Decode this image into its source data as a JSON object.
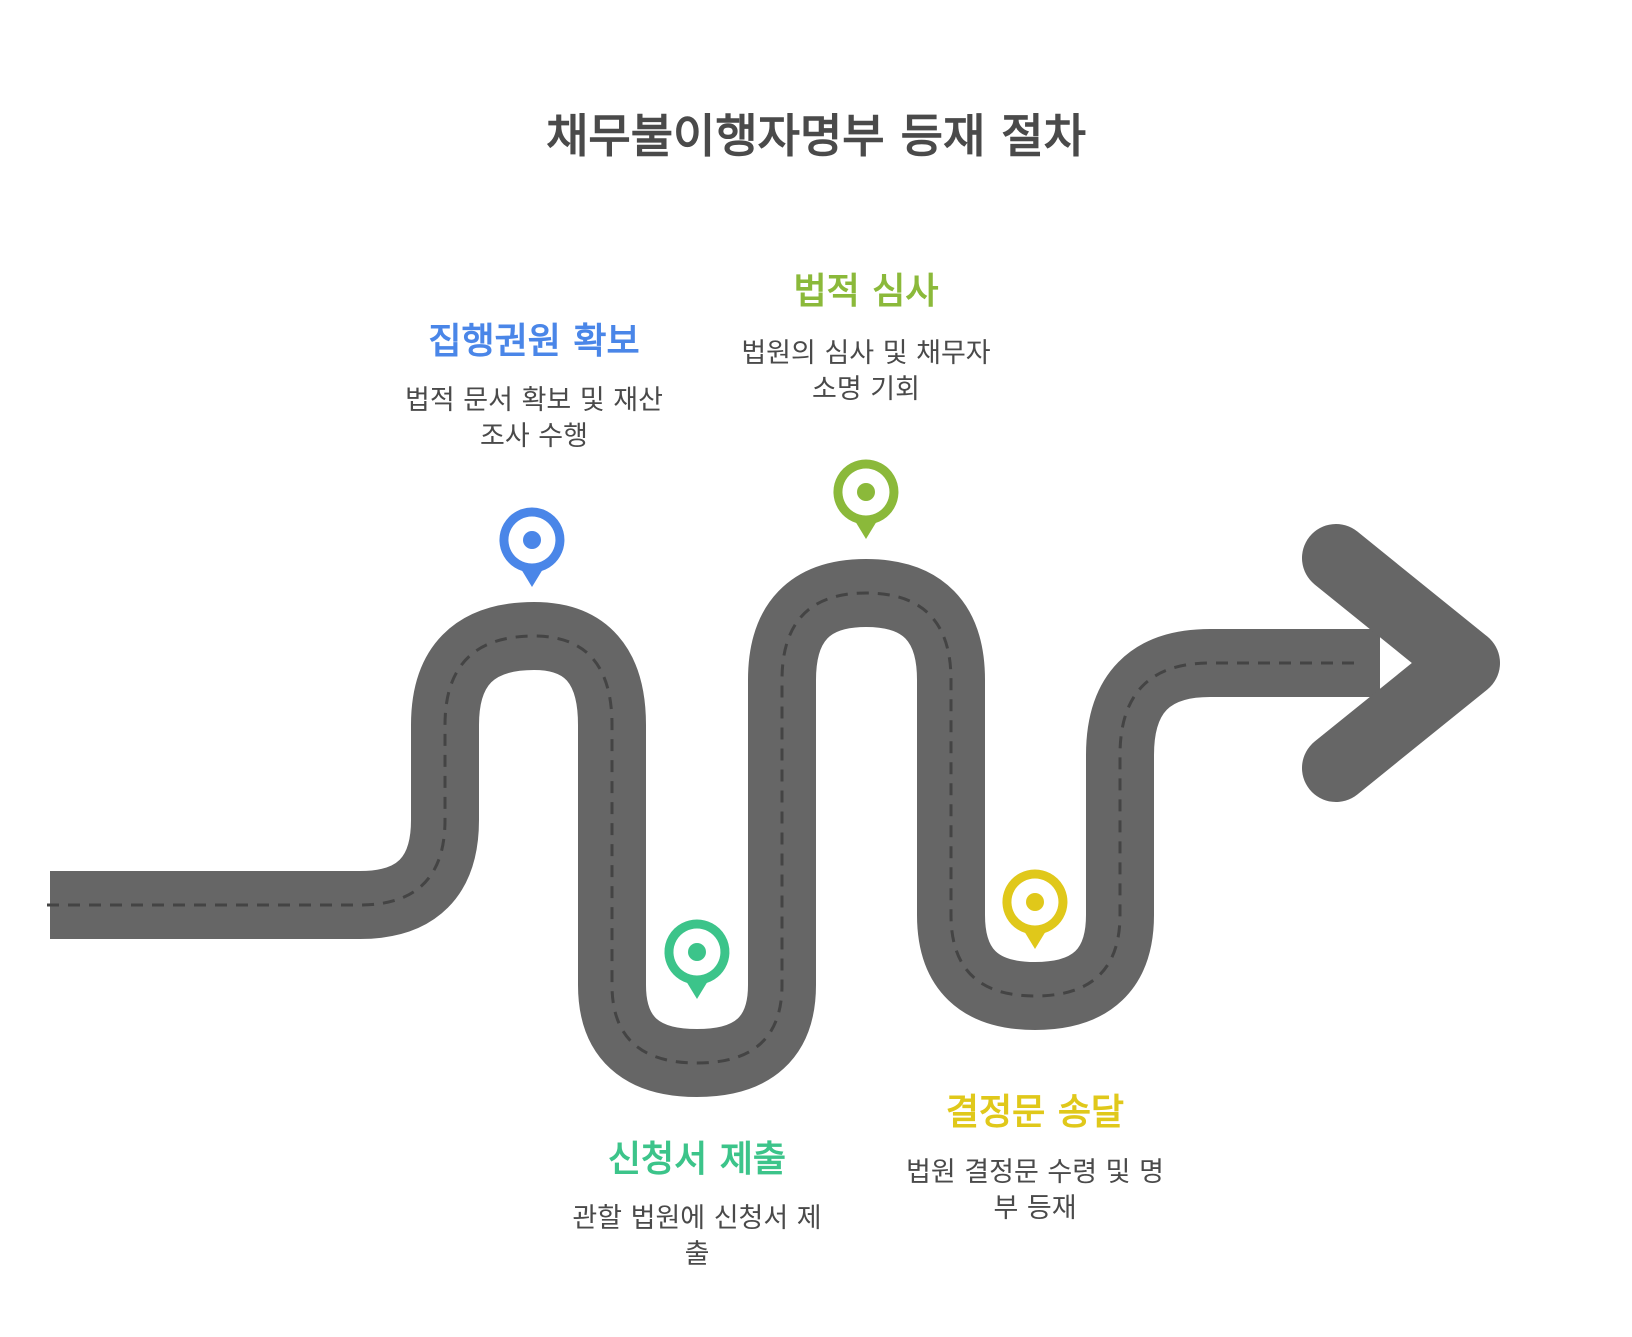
{
  "title": "채무불이행자명부 등재 절차",
  "colors": {
    "road": "#666666",
    "road_dash": "#444444",
    "step1": "#4a86e8",
    "step2": "#3cc48a",
    "step3": "#8bb93a",
    "step4": "#e0c81a",
    "text": "#4a4a4a"
  },
  "steps": [
    {
      "title": "집행권원 확보",
      "desc_line1": "법적 문서 확보 및 재산",
      "desc_line2": "조사 수행",
      "icon": "location-pin-icon"
    },
    {
      "title": "신청서 제출",
      "desc_line1": "관할 법원에 신청서 제",
      "desc_line2": "출",
      "icon": "location-pin-icon"
    },
    {
      "title": "법적 심사",
      "desc_line1": "법원의 심사 및 채무자",
      "desc_line2": "소명 기회",
      "icon": "location-pin-icon"
    },
    {
      "title": "결정문 송달",
      "desc_line1": "법원 결정문 수령 및 명",
      "desc_line2": "부 등재",
      "icon": "location-pin-icon"
    }
  ]
}
